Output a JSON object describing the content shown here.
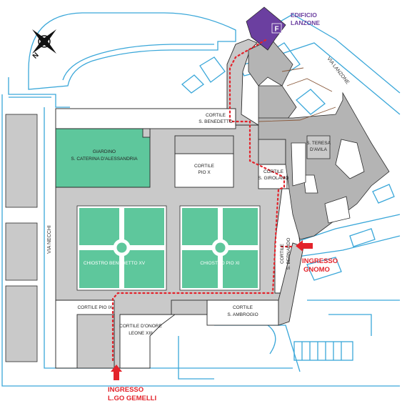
{
  "colors": {
    "building": "#c9c9c9",
    "building_dark": "#b4b4b4",
    "outline": "#2a2a2a",
    "green": "#5ec79c",
    "street_line": "#3aa7d9",
    "route": "#e3232b",
    "lanzone": "#6b3fa0"
  },
  "compass": {
    "letter": "N"
  },
  "edificio": {
    "letter": "F",
    "line1": "EDIFICIO",
    "line2": "LANZONE"
  },
  "streets": {
    "lanzone": "VIA LANZONE",
    "necchi": "VIA NECCHI"
  },
  "labels": {
    "cortile_benedetto_1": "CORTILE",
    "cortile_benedetto_2": "S. BENEDETTO",
    "giardino_1": "GIARDINO",
    "giardino_2": "S. CATERINA D'ALESSANDRIA",
    "cortile_piox_1": "CORTILE",
    "cortile_piox_2": "PIO X",
    "cortile_girolamo_1": "CORTILE",
    "cortile_girolamo_2": "S. GIROLAMO",
    "teresa_1": "S. TERESA",
    "teresa_2": "D'AVILA",
    "chiostro_benedetto": "CHIOSTRO BENEDETTO XV",
    "chiostro_pio": "CHIOSTRO PIO XI",
    "cortile_bernardo_1": "CORTILE",
    "cortile_bernardo_2": "S. BERNARDO",
    "cortile_pioix": "CORTILE PIO IX",
    "cortile_onore_1": "CORTILE D'ONORE",
    "cortile_onore_2": "LEONE XIII",
    "cortile_ambrogio_1": "CORTILE",
    "cortile_ambrogio_2": "S. AMBROGIO"
  },
  "entrances": {
    "gnomo_1": "INGRESSO",
    "gnomo_2": "GNOMO",
    "gemelli_1": "INGRESSO",
    "gemelli_2": "L.GO GEMELLI"
  }
}
